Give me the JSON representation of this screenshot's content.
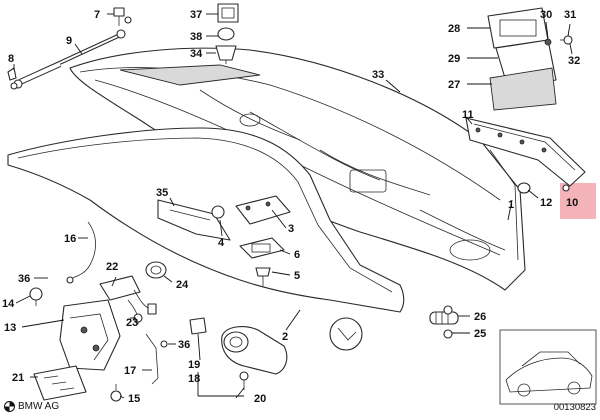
{
  "labels": {
    "p1": "1",
    "p2": "2",
    "p3": "3",
    "p4": "4",
    "p5": "5",
    "p6": "6",
    "p7": "7",
    "p8": "8",
    "p9": "9",
    "p10": "10",
    "p11": "11",
    "p12": "12",
    "p13": "13",
    "p14": "14",
    "p15": "15",
    "p16": "16",
    "p17": "17",
    "p18": "18",
    "p19": "19",
    "p20": "20",
    "p21": "21",
    "p22": "22",
    "p23": "23",
    "p24": "24",
    "p25": "25",
    "p26": "26",
    "p27": "27",
    "p28": "28",
    "p29": "29",
    "p30": "30",
    "p31": "31",
    "p32": "32",
    "p33": "33",
    "p34": "34",
    "p35": "35",
    "p36a": "36",
    "p36b": "36",
    "p37": "37",
    "p38": "38"
  },
  "highlighted_part": "10",
  "colors": {
    "highlight": "#f3b3b8",
    "line": "#2a2a2a",
    "background": "#ffffff"
  },
  "footer": {
    "brand": "BMW AG",
    "diagram_id": "00130823"
  }
}
